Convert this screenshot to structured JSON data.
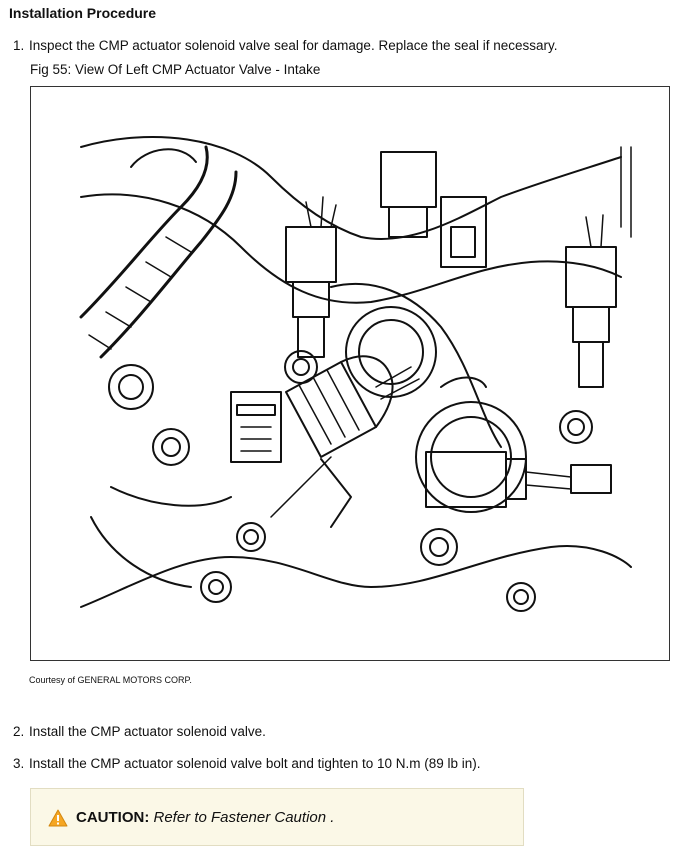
{
  "page": {
    "title": "Installation Procedure"
  },
  "steps": [
    {
      "number": "1.",
      "text": "Inspect the CMP actuator solenoid valve seal for damage. Replace the seal if necessary."
    },
    {
      "number": "2.",
      "text": "Install the CMP actuator solenoid valve."
    },
    {
      "number": "3.",
      "text": "Install the CMP actuator solenoid valve bolt and tighten to 10 N.m (89 lb in)."
    }
  ],
  "figure": {
    "caption": "Fig 55: View Of Left CMP Actuator Valve - Intake",
    "credit": "Courtesy of GENERAL MOTORS CORP."
  },
  "caution": {
    "label": "CAUTION",
    "separator": ":",
    "text": " Refer to Fastener Caution .",
    "icon": "warning-triangle-icon",
    "icon_color": "#f5a623"
  }
}
